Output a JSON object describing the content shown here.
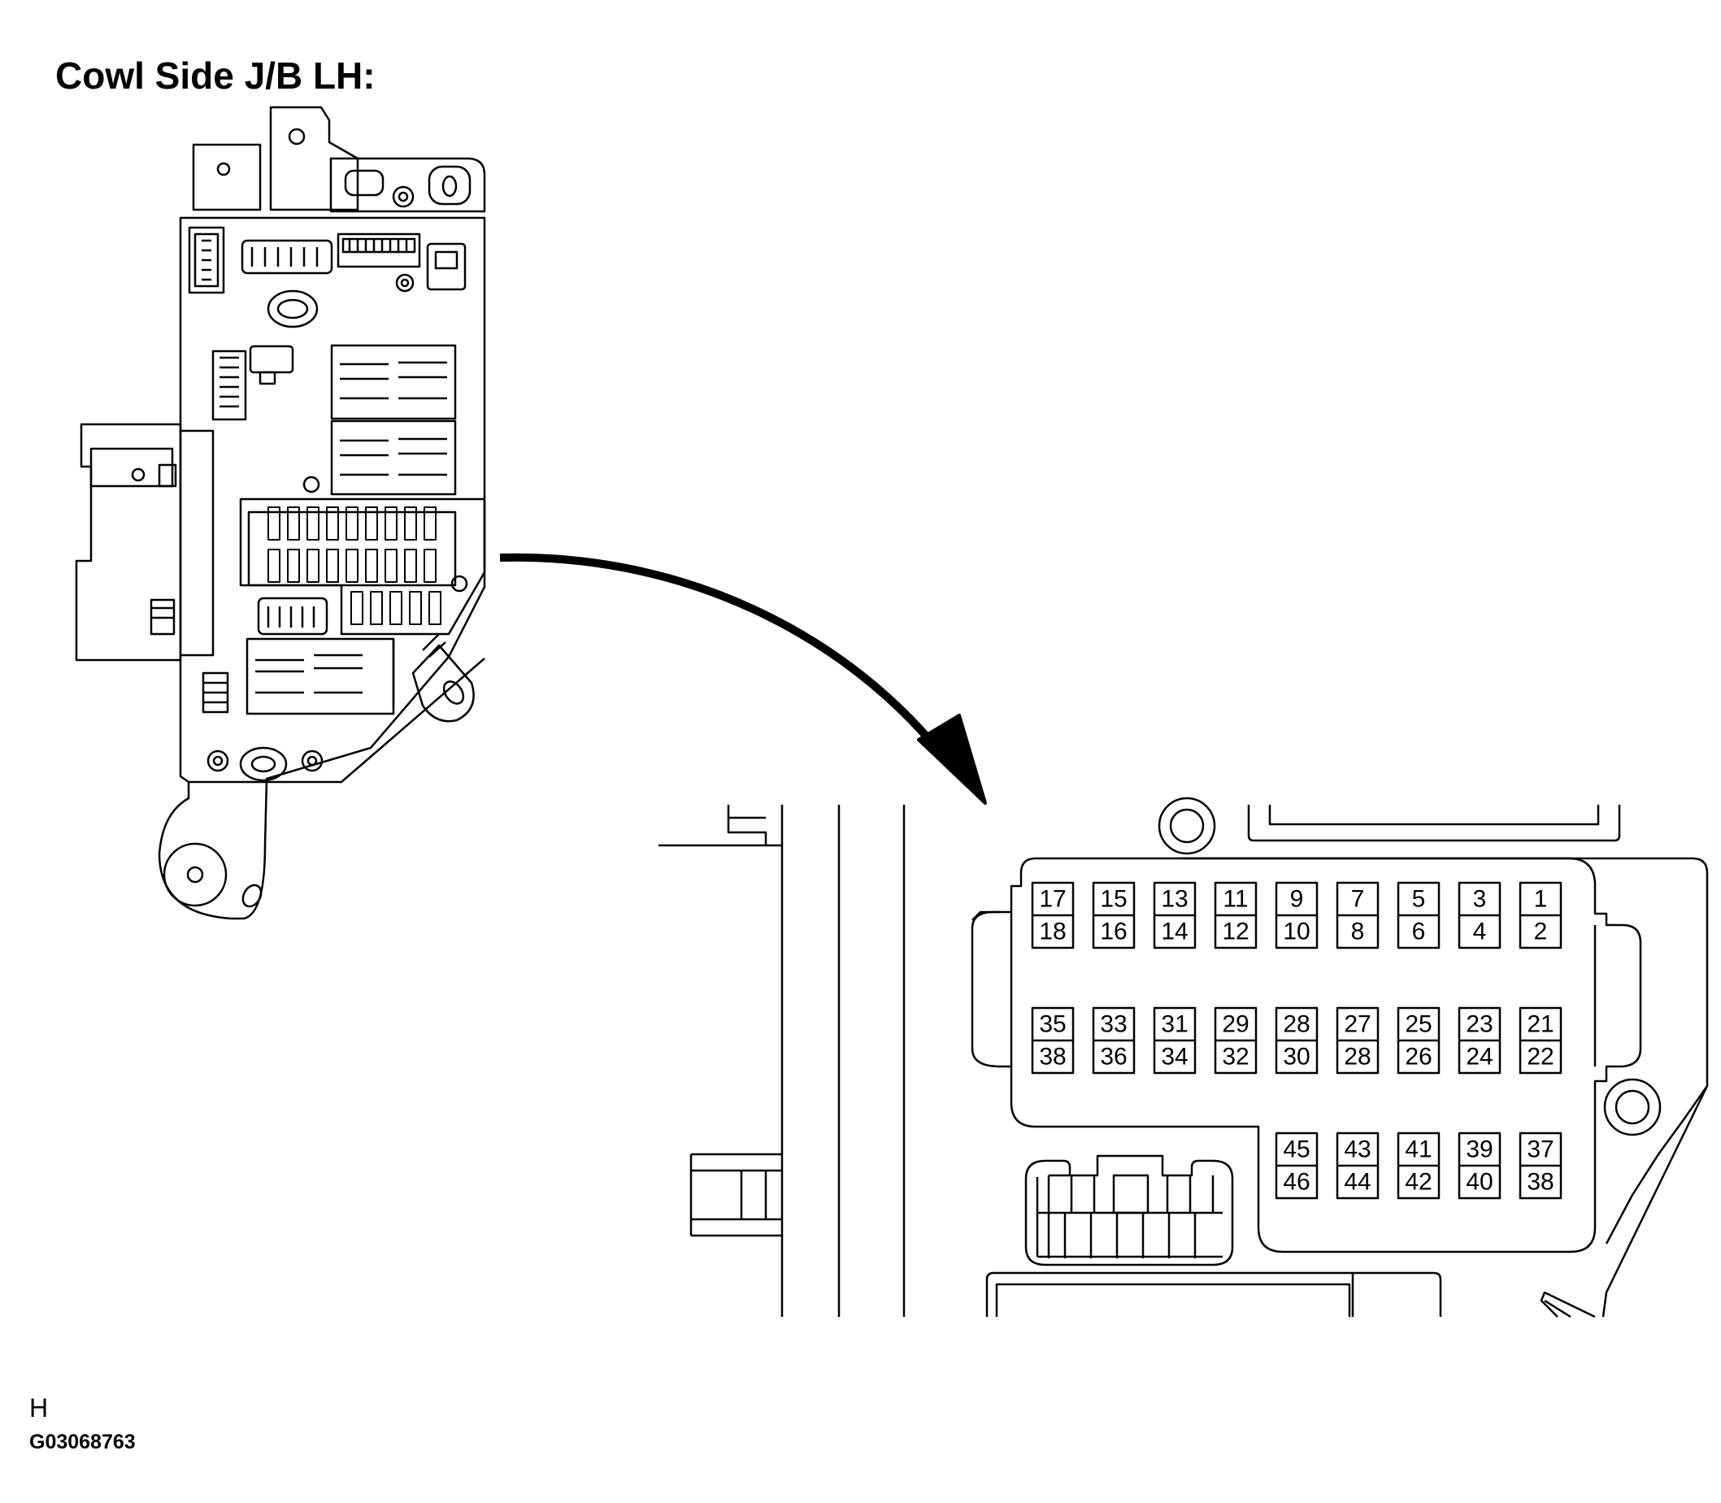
{
  "title": "Cowl Side J/B LH:",
  "footer": {
    "letter": "H",
    "code": "G03068763"
  },
  "fuse_grid": {
    "row1": [
      [
        "17",
        "18"
      ],
      [
        "15",
        "16"
      ],
      [
        "13",
        "14"
      ],
      [
        "11",
        "12"
      ],
      [
        "9",
        "10"
      ],
      [
        "7",
        "8"
      ],
      [
        "5",
        "6"
      ],
      [
        "3",
        "4"
      ],
      [
        "1",
        "2"
      ]
    ],
    "row2": [
      [
        "35",
        "38"
      ],
      [
        "33",
        "36"
      ],
      [
        "31",
        "34"
      ],
      [
        "29",
        "32"
      ],
      [
        "28",
        "30"
      ],
      [
        "27",
        "28"
      ],
      [
        "25",
        "26"
      ],
      [
        "23",
        "24"
      ],
      [
        "21",
        "22"
      ]
    ],
    "row3": [
      [
        "45",
        "46"
      ],
      [
        "43",
        "44"
      ],
      [
        "41",
        "42"
      ],
      [
        "39",
        "40"
      ],
      [
        "37",
        "38"
      ]
    ]
  },
  "colors": {
    "line": "#000000",
    "background": "#ffffff"
  }
}
